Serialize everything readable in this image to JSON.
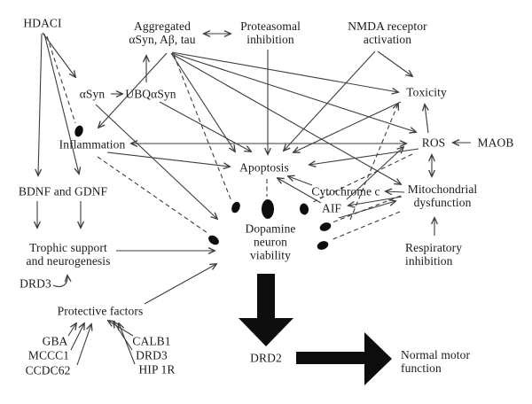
{
  "figure": {
    "background_color": "#ffffff",
    "line_color": "#3d3d3d",
    "nodes": {
      "hdaci": {
        "label": "HDACI"
      },
      "aggregated": {
        "label": "Aggregated\nαSyn, Aβ, tau"
      },
      "proteasomal": {
        "label": "Proteasomal\ninhibition"
      },
      "nmda": {
        "label": "NMDA receptor\nactivation"
      },
      "asyn": {
        "label": "αSyn"
      },
      "ubqasyn": {
        "label": "UBQαSyn"
      },
      "toxicity": {
        "label": "Toxicity"
      },
      "inflammation": {
        "label": "Inflammation"
      },
      "ros": {
        "label": "ROS"
      },
      "maob": {
        "label": "MAOB"
      },
      "apoptosis": {
        "label": "Apoptosis"
      },
      "bdnf_gdnf": {
        "label": "BDNF and GDNF"
      },
      "cytochrome_c": {
        "label": "Cytochrome c"
      },
      "aif": {
        "label": "AIF"
      },
      "mitochondrial": {
        "label": "Mitochondrial\ndysfunction"
      },
      "dopamine_viability": {
        "label": "Dopamine\nneuron\nviability"
      },
      "trophic": {
        "label": "Trophic support\nand neurogenesis"
      },
      "respiratory": {
        "label": "Respiratory\ninhibition"
      },
      "drd3_up": {
        "label": "DRD3"
      },
      "protective_factors": {
        "label": "Protective factors"
      },
      "gba": {
        "label": "GBA"
      },
      "mccc1": {
        "label": "MCCC1"
      },
      "ccdc62": {
        "label": "CCDC62"
      },
      "calb1": {
        "label": "CALB1"
      },
      "drd3": {
        "label": "DRD3"
      },
      "hip1r": {
        "label": "HIP 1R"
      },
      "drd2": {
        "label": "DRD2"
      },
      "normal_motor": {
        "label": "Normal motor\nfunction"
      }
    },
    "edges": [
      {
        "from": "HDACI",
        "to": "αSyn",
        "style": "solid"
      },
      {
        "from": "HDACI",
        "to": "BDNF and GDNF",
        "style": "solid"
      },
      {
        "from": "HDACI",
        "to": "BDNF and GDNF",
        "style": "solid"
      },
      {
        "from": "HDACI",
        "to": "Inflammation",
        "style": "dashed-inhibit"
      },
      {
        "from": "αSyn",
        "to": "UBQαSyn",
        "style": "solid"
      },
      {
        "from": "UBQαSyn",
        "to": "Aggregated αSyn, Aβ, tau",
        "style": "solid"
      },
      {
        "from": "Aggregated αSyn, Aβ, tau",
        "to": "Proteasomal inhibition",
        "style": "double"
      },
      {
        "from": "Aggregated αSyn, Aβ, tau",
        "to": "Inflammation",
        "style": "solid"
      },
      {
        "from": "Aggregated αSyn, Aβ, tau",
        "to": "Apoptosis",
        "style": "solid"
      },
      {
        "from": "Aggregated αSyn, Aβ, tau",
        "to": "Toxicity",
        "style": "solid"
      },
      {
        "from": "Aggregated αSyn, Aβ, tau",
        "to": "ROS",
        "style": "solid"
      },
      {
        "from": "Aggregated αSyn, Aβ, tau",
        "to": "Mitochondrial dysfunction",
        "style": "solid"
      },
      {
        "from": "Aggregated αSyn, Aβ, tau",
        "to": "Dopamine neuron viability",
        "style": "dashed-inhibit"
      },
      {
        "from": "Proteasomal inhibition",
        "to": "Apoptosis",
        "style": "solid"
      },
      {
        "from": "NMDA receptor activation",
        "to": "Toxicity",
        "style": "solid"
      },
      {
        "from": "NMDA receptor activation",
        "to": "Apoptosis",
        "style": "solid"
      },
      {
        "from": "Toxicity",
        "to": "Apoptosis",
        "style": "solid"
      },
      {
        "from": "ROS",
        "to": "Toxicity",
        "style": "solid"
      },
      {
        "from": "ROS",
        "to": "Apoptosis",
        "style": "solid"
      },
      {
        "from": "ROS",
        "to": "Dopamine neuron viability",
        "style": "dashed-inhibit"
      },
      {
        "from": "MAOB",
        "to": "ROS",
        "style": "solid"
      },
      {
        "from": "ROS",
        "to": "Mitochondrial dysfunction",
        "style": "double"
      },
      {
        "from": "Inflammation",
        "to": "ROS",
        "style": "double"
      },
      {
        "from": "Inflammation",
        "to": "Apoptosis",
        "style": "solid"
      },
      {
        "from": "Inflammation",
        "to": "Dopamine neuron viability",
        "style": "dashed-inhibit"
      },
      {
        "from": "αSyn",
        "to": "Dopamine neuron viability",
        "style": "solid"
      },
      {
        "from": "UBQαSyn",
        "to": "Apoptosis",
        "style": "solid"
      },
      {
        "from": "Apoptosis",
        "to": "Dopamine neuron viability",
        "style": "dashed-inhibit"
      },
      {
        "from": "Mitochondrial dysfunction",
        "to": "Cytochrome c",
        "style": "solid"
      },
      {
        "from": "Mitochondrial dysfunction",
        "to": "AIF",
        "style": "double"
      },
      {
        "from": "Cytochrome c",
        "to": "Apoptosis",
        "style": "solid"
      },
      {
        "from": "AIF",
        "to": "Apoptosis",
        "style": "solid"
      },
      {
        "from": "AIF",
        "to": "ROS",
        "style": "solid"
      },
      {
        "from": "AIF",
        "to": "Toxicity",
        "style": "dashed"
      },
      {
        "from": "Mitochondrial dysfunction",
        "to": "Dopamine neuron viability",
        "style": "dashed-inhibit"
      },
      {
        "from": "Mitochondrial dysfunction",
        "to": "Dopamine neuron viability",
        "style": "dashed-inhibit"
      },
      {
        "from": "Respiratory inhibition",
        "to": "Mitochondrial dysfunction",
        "style": "solid"
      },
      {
        "from": "BDNF and GDNF",
        "to": "Trophic support and neurogenesis",
        "style": "solid"
      },
      {
        "from": "BDNF and GDNF",
        "to": "Trophic support and neurogenesis",
        "style": "solid"
      },
      {
        "from": "Trophic support and neurogenesis",
        "to": "Dopamine neuron viability",
        "style": "solid"
      },
      {
        "from": "Protective factors",
        "to": "Dopamine neuron viability",
        "style": "solid"
      },
      {
        "from": "GBA",
        "to": "Protective factors",
        "style": "solid"
      },
      {
        "from": "MCCC1",
        "to": "Protective factors",
        "style": "solid"
      },
      {
        "from": "CCDC62",
        "to": "Protective factors",
        "style": "solid"
      },
      {
        "from": "CALB1",
        "to": "Protective factors",
        "style": "solid"
      },
      {
        "from": "DRD3",
        "to": "Protective factors",
        "style": "solid"
      },
      {
        "from": "HIP 1R",
        "to": "Protective factors",
        "style": "solid"
      },
      {
        "from": "Dopamine neuron viability",
        "to": "DRD2",
        "style": "bold-block-arrow"
      },
      {
        "from": "DRD2",
        "to": "Normal motor function",
        "style": "bold-block-arrow"
      }
    ]
  }
}
